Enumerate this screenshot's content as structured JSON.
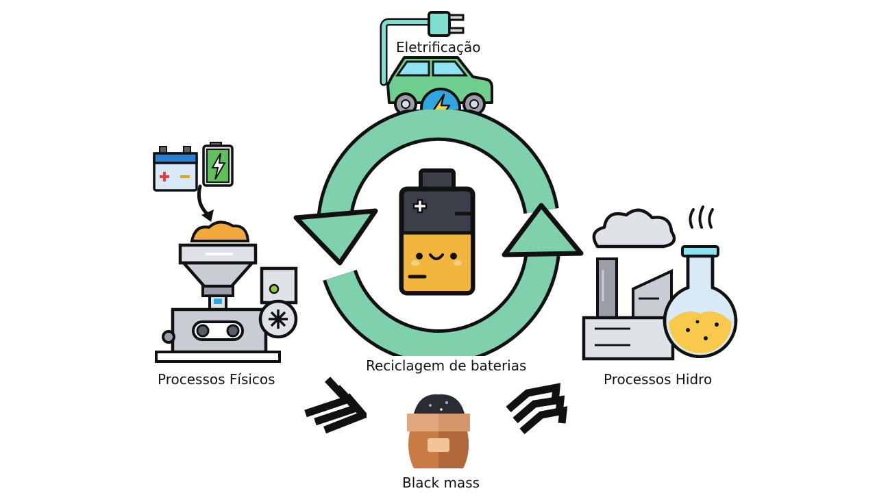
{
  "labels": {
    "electrification": "Eletrificação",
    "recycling": "Reciclagem de baterias",
    "physical": "Processos Físicos",
    "hydro": "Processos Hidro",
    "black_mass": "Black mass"
  },
  "icons": {
    "car": "electric-car-icon",
    "plug": "plug-icon",
    "cycle": "recycle-arrows-icon",
    "battery": "battery-face-icon",
    "batteries": "batteries-icon",
    "shredder": "shredder-machine-icon",
    "factory": "factory-icon",
    "flask": "flask-icon",
    "sack": "black-mass-sack-icon"
  },
  "colors": {
    "cycle_green": "#7fd1ae",
    "cycle_green_dark": "#5fbf8f",
    "car_green": "#6fcf8f",
    "bolt_blue": "#2fa6e0",
    "battery_yellow": "#f2b63c",
    "battery_dark": "#3c3f4a",
    "flask_liquid": "#f8c94a",
    "sack_brown": "#c87b45",
    "outline": "#111111"
  }
}
